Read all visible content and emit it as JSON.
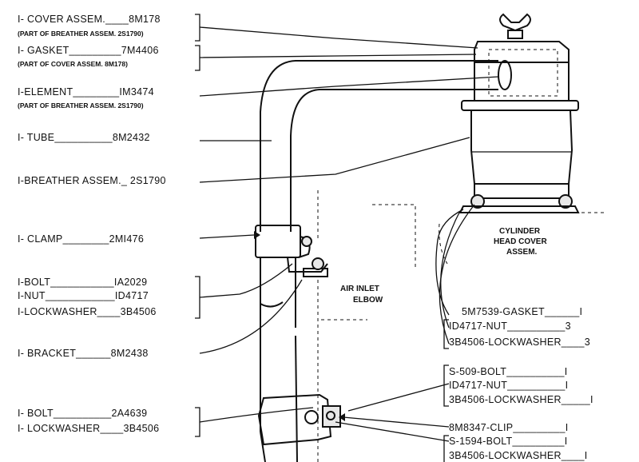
{
  "left_callouts": [
    {
      "id": "cover",
      "text": "I- COVER ASSEM.____8M178"
    },
    {
      "id": "cover_note",
      "text": "(PART OF BREATHER ASSEM. 2S1790)"
    },
    {
      "id": "gasket",
      "text": "I- GASKET_________7M4406"
    },
    {
      "id": "gasket_note",
      "text": "(PART OF COVER ASSEM. 8M178)"
    },
    {
      "id": "element",
      "text": "I-ELEMENT________IM3474"
    },
    {
      "id": "element_note",
      "text": "(PART OF BREATHER ASSEM. 2S1790)"
    },
    {
      "id": "tube",
      "text": "I- TUBE__________8M2432"
    },
    {
      "id": "breather",
      "text": "I-BREATHER ASSEM._ 2S1790"
    },
    {
      "id": "clamp",
      "text": "I- CLAMP________2MI476"
    },
    {
      "id": "bolt1",
      "text": "I-BOLT___________IA2029"
    },
    {
      "id": "nut1",
      "text": "I-NUT____________ID4717"
    },
    {
      "id": "lockwasher1",
      "text": "I-LOCKWASHER____3B4506"
    },
    {
      "id": "bracket",
      "text": "I- BRACKET______8M2438"
    },
    {
      "id": "bolt2",
      "text": "I- BOLT__________2A4639"
    },
    {
      "id": "lockwasher2",
      "text": "I- LOCKWASHER____3B4506"
    }
  ],
  "right_callouts": [
    {
      "id": "gasket2",
      "text": "5M7539-GASKET______I"
    },
    {
      "id": "nut2",
      "text": "ID4717-NUT__________3"
    },
    {
      "id": "lockwasher3",
      "text": "3B4506-LOCKWASHER____3"
    },
    {
      "id": "bolt3",
      "text": "S-509-BOLT__________I"
    },
    {
      "id": "nut3",
      "text": "ID4717-NUT__________I"
    },
    {
      "id": "lockwasher4",
      "text": "3B4506-LOCKWASHER_____I"
    },
    {
      "id": "clip",
      "text": "8M8347-CLIP_________I"
    },
    {
      "id": "bolt4",
      "text": "S-1594-BOLT_________I"
    },
    {
      "id": "lockwasher5",
      "text": "3B4506-LOCKWASHER____I"
    }
  ],
  "captions": {
    "cylinder_line1": "CYLINDER",
    "cylinder_line2": "HEAD COVER",
    "cylinder_line3": "ASSEM.",
    "air_inlet_line1": "AIR INLET",
    "air_inlet_line2": "ELBOW"
  }
}
